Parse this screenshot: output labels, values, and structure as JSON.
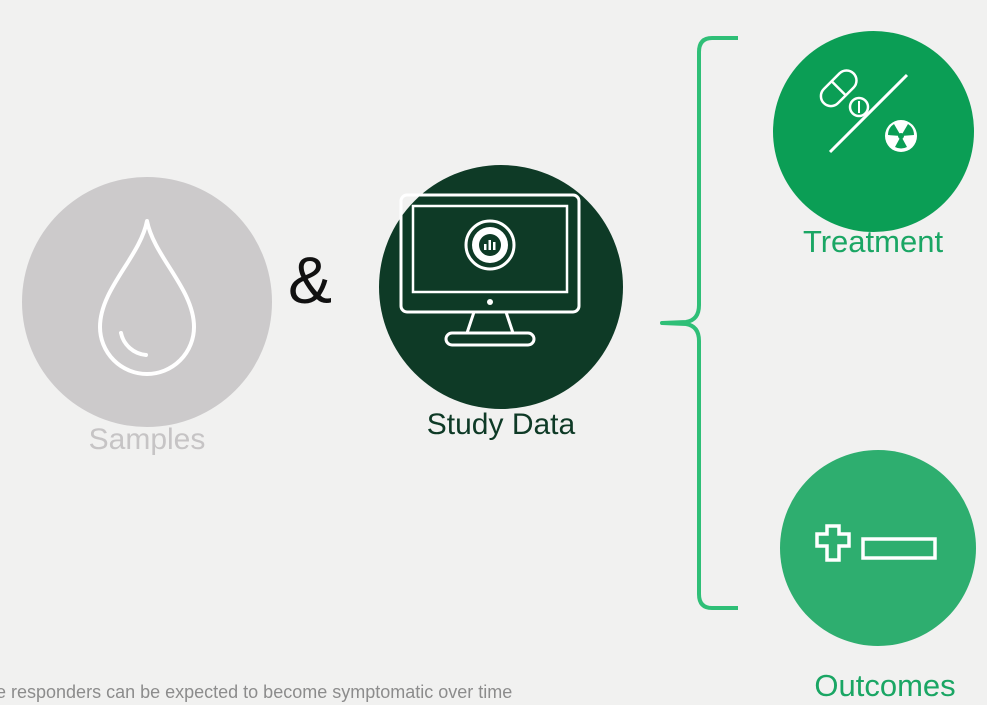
{
  "items": {
    "samples": {
      "label": "Samples",
      "icon": "water-drop-icon"
    },
    "study_data": {
      "label": "Study Data",
      "icon": "monitor-chart-icon"
    },
    "treatment": {
      "label": "Treatment",
      "icon": "pill-radiation-icon"
    },
    "outcomes": {
      "label": "Outcomes",
      "icon": "plus-minus-icon"
    }
  },
  "connector": {
    "symbol": "&"
  },
  "footnote": {
    "text": "e responders can be expected to become symptomatic over time"
  },
  "colors": {
    "background": "#f1f1f0",
    "samples_gray": "#cccacb",
    "study_dark_green": "#0e3a26",
    "treatment_green": "#0b9e55",
    "outcomes_green": "#2eae6f",
    "bracket_green": "#2fbf77"
  }
}
